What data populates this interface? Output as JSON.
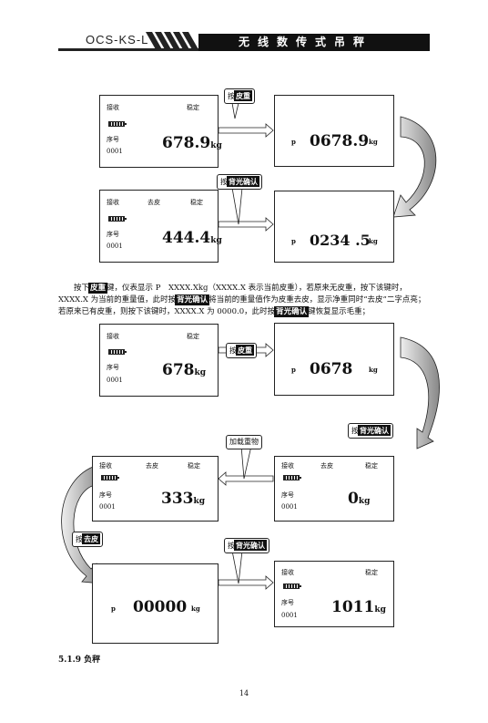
{
  "header": {
    "code": "OCS-KS-L",
    "title": "无线数传式吊秤"
  },
  "labels": {
    "receive": "接收",
    "stable": "稳定",
    "tare_off": "去皮",
    "seq": "序号",
    "seq_no": "0001",
    "p": "p",
    "kg": "kg"
  },
  "callouts": {
    "press": "按",
    "tare_key": "皮重",
    "backlight_key": "背光确认",
    "remove_tare_key": "去皮",
    "add_load": "加载重物"
  },
  "diagram1": {
    "box1_value": "678.9",
    "box2_value": "0678.9",
    "box3_value": "444.4",
    "box4_value": "0234 .5"
  },
  "paragraph": {
    "t1": "按下",
    "k1": "皮重",
    "t2": "键，仪表显示 P　XXXX.Xkg（XXXX.X 表示当前皮重），若原来无皮重，按下该键时，XXXX.X 为当前的重量值，此时按",
    "k2": "背光确认",
    "t3": "将当前的重量值作为皮重去皮，显示净重同时“去皮”二字点亮；若原来已有皮重，则按下该键时，XXXX.X 为 0000.0，此时按",
    "k3": "背光确认",
    "t4": "键恢复显示毛重；"
  },
  "diagram2": {
    "box1_value": "678",
    "box2_value": "0678",
    "box3_value": "333",
    "box4_value": "0",
    "box5_value": "00000",
    "box6_value": "1011"
  },
  "section": {
    "title": "5.1.9 负秤"
  },
  "page_number": "14"
}
